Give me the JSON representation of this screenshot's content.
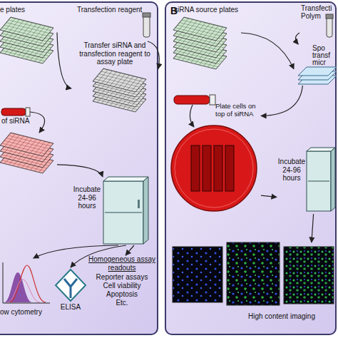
{
  "diagram": {
    "nodes": [
      {
        "text": [
          "e plates"
        ]
      },
      {
        "text": [
          "Transfection reagent"
        ]
      },
      {
        "text": [
          "Transfer siRNA and transfection reagent to assay plate"
        ]
      },
      {
        "text": [
          "of siRNA"
        ]
      },
      {
        "text": [
          "Incubate 24-96 hours"
        ]
      },
      {
        "text": [
          "ow cytometry"
        ]
      },
      {
        "text": [
          "ELISA"
        ]
      },
      {
        "text": [
          "Homogeneous assay readouts",
          "Reporter assays",
          "Cell viability",
          "Apoptosis",
          "Etc."
        ]
      },
      {
        "text": [
          "B"
        ]
      },
      {
        "text": [
          "siRNA source plates"
        ],
        "in": 8
      },
      {
        "text": [
          "Transfecti",
          "Polym"
        ],
        "in": 8
      },
      {
        "text": [
          "Spo",
          "transf",
          "micr"
        ],
        "in": 8
      },
      {
        "text": [
          "Plate cells on top of siRNA"
        ],
        "in": 8
      },
      {
        "text": [
          "Incubate 24-96 hours"
        ],
        "in": 8
      },
      {
        "text": [
          "High content imaging"
        ],
        "in": 8
      }
    ],
    "edges": [
      {
        "from": 0,
        "to": 2,
        "arrow": "to"
      },
      {
        "from": 1,
        "to": 2,
        "arrow": "to"
      },
      {
        "from": 3,
        "to": 4,
        "arrow": "to"
      },
      {
        "from": 4,
        "to": 5,
        "arrow": "to"
      },
      {
        "from": 4,
        "to": 6,
        "arrow": "to"
      },
      {
        "from": 4,
        "to": 7,
        "arrow": "to"
      },
      {
        "from": 9,
        "to": 11,
        "arrow": "to"
      },
      {
        "from": 10,
        "to": 11,
        "arrow": "to"
      },
      {
        "from": 11,
        "to": 12,
        "arrow": "to"
      },
      {
        "from": 12,
        "to": 13,
        "arrow": "to"
      },
      {
        "from": 13,
        "to": 14,
        "arrow": "to"
      }
    ]
  }
}
